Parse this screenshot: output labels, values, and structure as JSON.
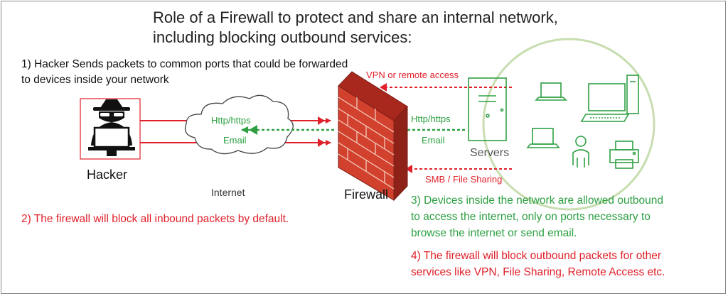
{
  "title": {
    "line1": "Role of a Firewall to protect and share an internal network,",
    "line2": "including blocking outbound services:"
  },
  "notes": {
    "n1_line1": "1) Hacker Sends packets to common ports that could be forwarded",
    "n1_line2": "to devices inside your network",
    "n2": "2) The firewall will block all inbound packets by default.",
    "n3_line1": "3) Devices inside the network are allowed outbound",
    "n3_line2": "to access the internet, only on ports necessary to",
    "n3_line3": "browse the internet or send email.",
    "n4_line1": "4) The firewall will block outbound packets for other",
    "n4_line2": "services like VPN, File Sharing, Remote Access etc."
  },
  "labels": {
    "hacker": "Hacker",
    "internet": "Internet",
    "firewall": "Firewall",
    "servers": "Servers",
    "cloud_http": "Http/https",
    "cloud_email": "Email",
    "lan_http": "Http/https",
    "lan_email": "Email",
    "vpn": "VPN or remote access",
    "smb": "SMB / File Sharing"
  },
  "icons": {
    "hacker": "hacker-icon",
    "cloud": "cloud-icon",
    "firewall": "brick-wall-icon",
    "server": "server-tower-icon",
    "laptop": "laptop-icon",
    "desktop": "desktop-computer-icon",
    "user": "person-icon",
    "printer": "printer-icon"
  },
  "colors": {
    "red": "#e0202a",
    "green": "#2ea043",
    "brick": "#c0392b",
    "network_circle": "#c8ddb0"
  }
}
